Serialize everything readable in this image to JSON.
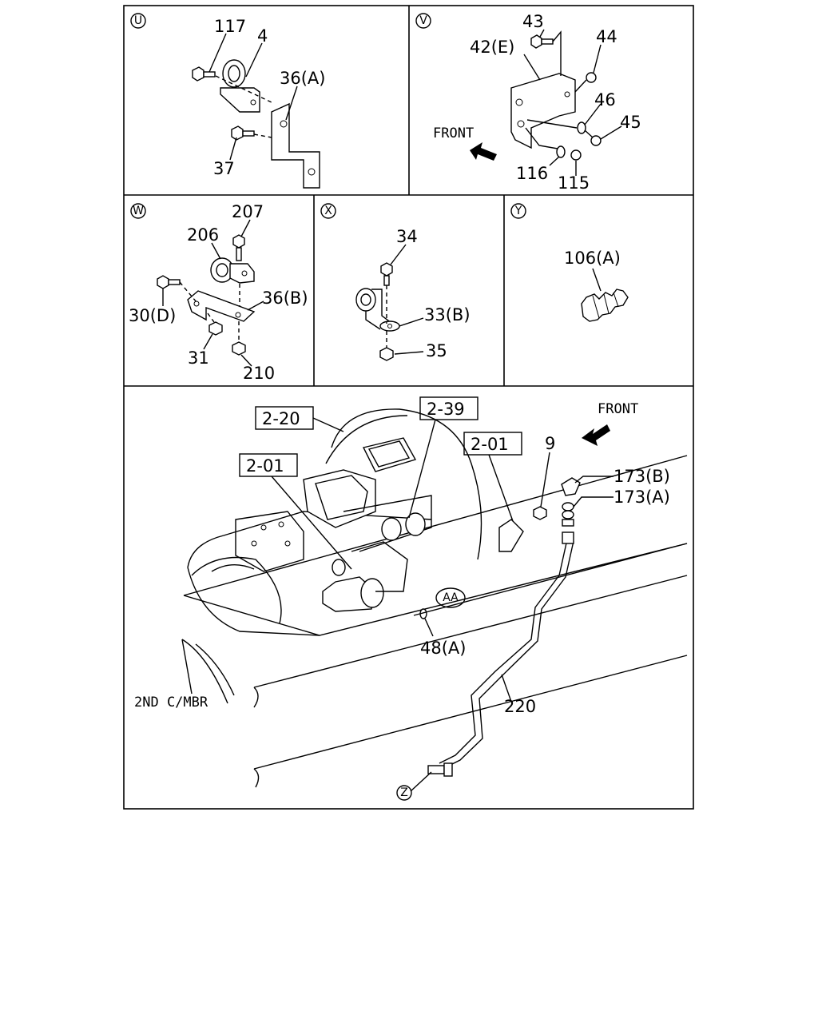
{
  "panels": {
    "U": {
      "badge": "U",
      "callouts": {
        "c117": "117",
        "c4": "4",
        "c36A": "36(A)",
        "c37": "37"
      }
    },
    "V": {
      "badge": "V",
      "front": "FRONT",
      "callouts": {
        "c43": "43",
        "c42E": "42(E)",
        "c44": "44",
        "c46": "46",
        "c45": "45",
        "c116": "116",
        "c115": "115"
      }
    },
    "W": {
      "badge": "W",
      "callouts": {
        "c207": "207",
        "c206": "206",
        "c30D": "30(D)",
        "c36B": "36(B)",
        "c31": "31",
        "c210": "210"
      }
    },
    "X": {
      "badge": "X",
      "callouts": {
        "c34": "34",
        "c33B": "33(B)",
        "c35": "35"
      }
    },
    "Y": {
      "badge": "Y",
      "callouts": {
        "c106A": "106(A)"
      }
    },
    "main": {
      "front": "FRONT",
      "boxes": {
        "b220": "2-20",
        "b239": "2-39",
        "b201a": "2-01",
        "b201b": "2-01"
      },
      "callouts": {
        "c9": "9",
        "c173B": "173(B)",
        "c173A": "173(A)",
        "c48A": "48(A)",
        "c220": "220",
        "member": "2ND C/MBR"
      },
      "badges": {
        "AA": "AA",
        "Z": "Z"
      }
    }
  }
}
